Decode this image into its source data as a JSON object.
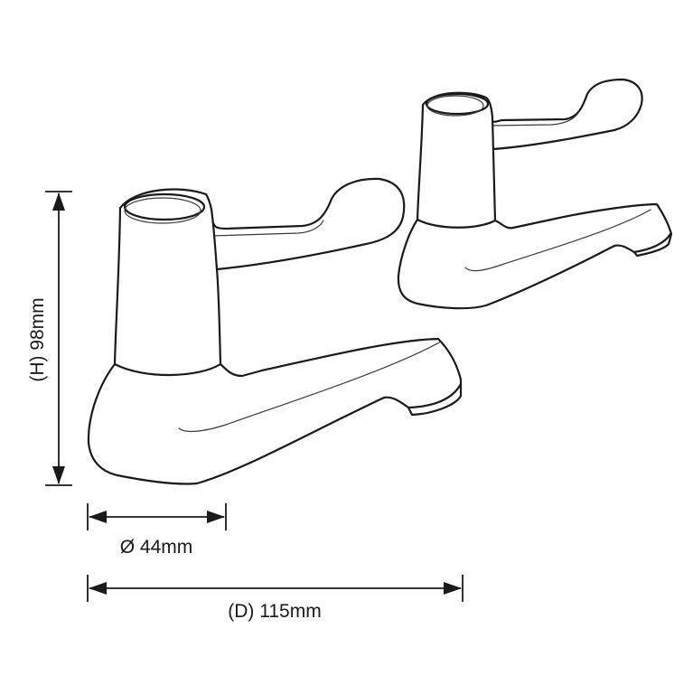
{
  "diagram": {
    "subject": "Pair of lever basin taps (pillar taps)",
    "parts": [
      "front-tap",
      "back-tap"
    ],
    "colors": {
      "line": "#1a1a1a",
      "background": "#ffffff"
    }
  },
  "dimensions": {
    "height": {
      "label": "(H) 98mm",
      "value": 98,
      "unit": "mm",
      "orientation": "vertical"
    },
    "diameter": {
      "label": "Ø 44mm",
      "value": 44,
      "unit": "mm",
      "orientation": "horizontal"
    },
    "depth": {
      "label": "(D) 115mm",
      "value": 115,
      "unit": "mm",
      "orientation": "horizontal"
    }
  }
}
